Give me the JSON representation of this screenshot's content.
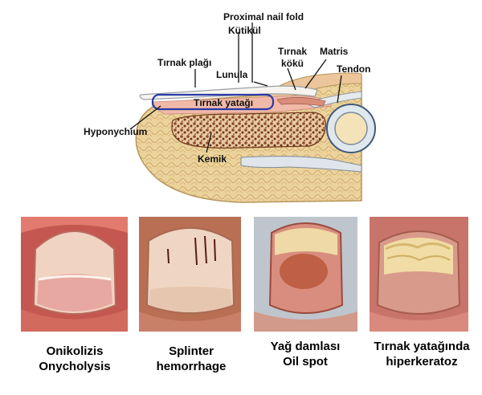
{
  "anatomy_labels": {
    "proximal_nail_fold": "Proximal nail fold",
    "kutikul": "Kütikül",
    "matris": "Matris",
    "tirnak_koku_line1": "Tırnak",
    "tirnak_koku_line2": "kökü",
    "tendon": "Tendon",
    "tirnak_plagi": "Tırnak plağı",
    "lunula": "Lunula",
    "tirnak_yatagi": "Tırnak yatağı",
    "hyponychium": "Hyponychium",
    "kemik": "Kemik"
  },
  "photos": [
    {
      "line1": "Onikolizis",
      "line2": "Onycholysis"
    },
    {
      "line1": "Splinter",
      "line2": "hemorrhage"
    },
    {
      "line1": "Yağ damlası",
      "line2": "Oil spot"
    },
    {
      "line1": "Tırnak yatağında",
      "line2": "hiperkeratoz"
    }
  ],
  "colors": {
    "skin": "#e9cf97",
    "skin_dark": "#c9a86a",
    "bone": "#8a4a2a",
    "nail_bed_outline": "#2a3aa8"
  }
}
